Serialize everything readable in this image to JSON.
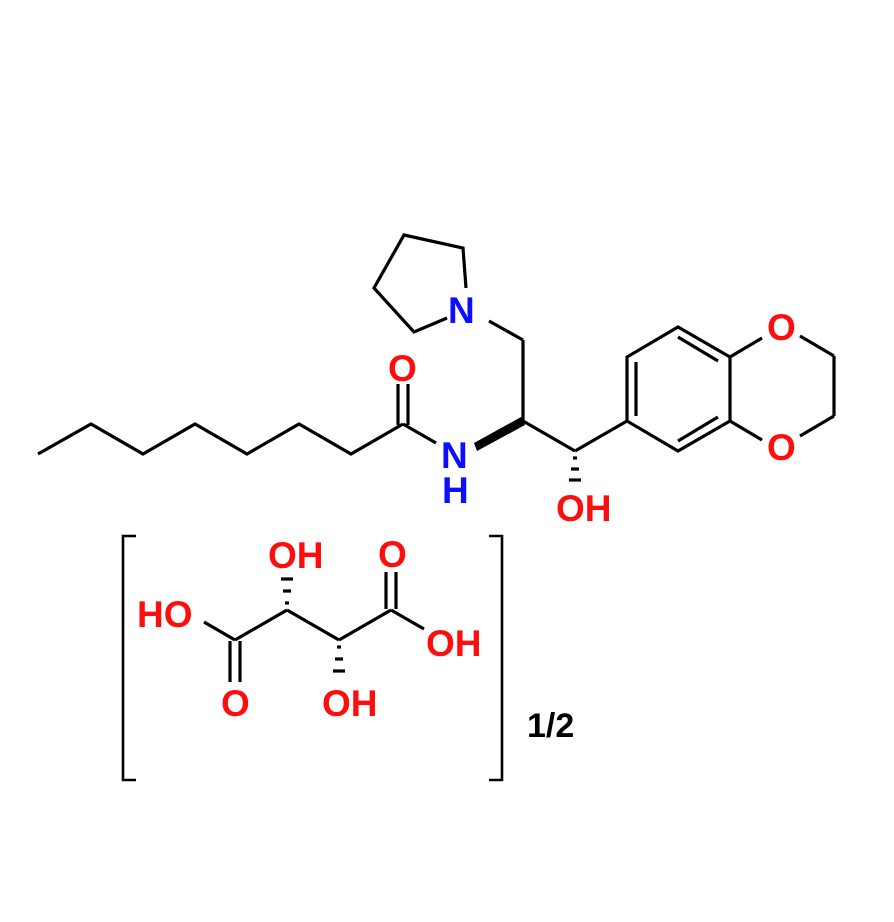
{
  "figure": {
    "type": "chemical-structure",
    "colors": {
      "bond": "#000000",
      "oxygen": "#ff0d0d",
      "nitrogen": "#0d0dff",
      "background": "#ffffff"
    }
  },
  "main_molecule": {
    "atoms": {
      "pyrrolidine_N": "N",
      "amide_O": "O",
      "amide_N": "N",
      "amide_H": "H",
      "hydroxyl": "OH",
      "dioxane_O_top": "O",
      "dioxane_O_bottom": "O"
    }
  },
  "counter_ion": {
    "atoms": {
      "oh_top": "OH",
      "o_carbonyl_right": "O",
      "ho_left": "HO",
      "oh_right": "OH",
      "o_carbonyl_left": "O",
      "oh_bottom": "OH"
    },
    "stoichiometry": "1/2"
  }
}
